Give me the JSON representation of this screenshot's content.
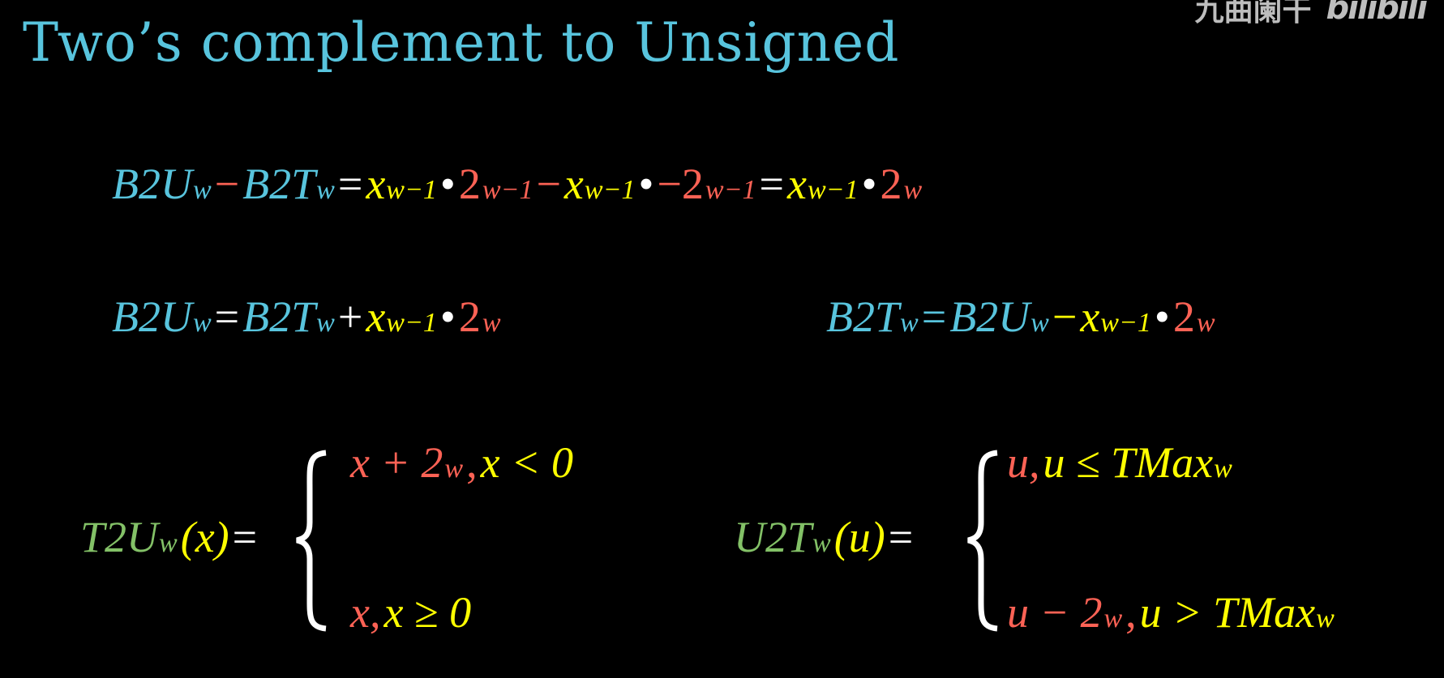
{
  "title": "Two’s complement to Unsigned",
  "watermark": {
    "author": "九曲阑干",
    "logo": "bilibili"
  },
  "colors": {
    "blue": "#58C4DD",
    "yellow": "#FFFF00",
    "red": "#FC6255",
    "green": "#83C167",
    "white": "#FFFFFF"
  },
  "equations": {
    "row1": [
      {
        "t": "B2U",
        "c": "blue",
        "it": true,
        "sub": "w"
      },
      {
        "t": "−",
        "c": "red"
      },
      {
        "t": "B2T",
        "c": "blue",
        "it": true,
        "sub": "w"
      },
      {
        "t": "=",
        "c": "white"
      },
      {
        "t": "x",
        "c": "yellow",
        "it": true,
        "sub": "w−1"
      },
      {
        "t": "•",
        "c": "white"
      },
      {
        "t": "2",
        "c": "red",
        "sup": "w−1"
      },
      {
        "t": "−",
        "c": "red"
      },
      {
        "t": "x",
        "c": "yellow",
        "it": true,
        "sub": "w−1"
      },
      {
        "t": "•",
        "c": "white"
      },
      {
        "t": "−2",
        "c": "red",
        "sup": "w−1"
      },
      {
        "t": "=",
        "c": "white"
      },
      {
        "t": "x",
        "c": "yellow",
        "it": true,
        "sub": "w−1"
      },
      {
        "t": "•",
        "c": "white"
      },
      {
        "t": "2",
        "c": "red",
        "sup": "w"
      }
    ],
    "row2_left": [
      {
        "t": "B2U",
        "c": "blue",
        "it": true,
        "sub": "w"
      },
      {
        "t": "=",
        "c": "white"
      },
      {
        "t": "B2T",
        "c": "blue",
        "it": true,
        "sub": "w"
      },
      {
        "t": "+",
        "c": "white"
      },
      {
        "t": "x",
        "c": "yellow",
        "it": true,
        "sub": "w−1"
      },
      {
        "t": "•",
        "c": "white"
      },
      {
        "t": "2",
        "c": "red",
        "sup": "w"
      }
    ],
    "row2_right": [
      {
        "t": "B2T",
        "c": "blue",
        "it": true,
        "sub": "w"
      },
      {
        "t": "=",
        "c": "blue"
      },
      {
        "t": "B2U",
        "c": "blue",
        "it": true,
        "sub": "w"
      },
      {
        "t": "−",
        "c": "yellow"
      },
      {
        "t": "x",
        "c": "yellow",
        "it": true,
        "sub": "w−1"
      },
      {
        "t": "•",
        "c": "white"
      },
      {
        "t": "2",
        "c": "red",
        "sup": "w"
      }
    ],
    "t2u_lhs": [
      {
        "t": "T2U",
        "c": "green",
        "it": true,
        "sub": "w"
      },
      {
        "t": "(x)",
        "c": "yellow",
        "it": true
      },
      {
        "t": "=",
        "c": "white"
      }
    ],
    "t2u_case1": [
      {
        "t": "x + 2",
        "c": "red",
        "it": true,
        "sup": "w"
      },
      {
        "t": ",",
        "c": "red"
      },
      {
        "t": "x < 0",
        "c": "yellow",
        "it": true
      }
    ],
    "t2u_case2": [
      {
        "t": "x,",
        "c": "red",
        "it": true
      },
      {
        "t": "x ≥ 0",
        "c": "yellow",
        "it": true
      }
    ],
    "u2t_lhs": [
      {
        "t": "U2T",
        "c": "green",
        "it": true,
        "sub": "w"
      },
      {
        "t": "(u)",
        "c": "yellow",
        "it": true
      },
      {
        "t": "=",
        "c": "white"
      }
    ],
    "u2t_case1": [
      {
        "t": "u,",
        "c": "red",
        "it": true
      },
      {
        "t": "u ≤ TMax",
        "c": "yellow",
        "it": true,
        "sub": "w"
      }
    ],
    "u2t_case2": [
      {
        "t": "u − 2",
        "c": "red",
        "it": true,
        "sup": "w"
      },
      {
        "t": ",",
        "c": "red"
      },
      {
        "t": "u > TMax",
        "c": "yellow",
        "it": true,
        "sub": "w"
      }
    ]
  }
}
